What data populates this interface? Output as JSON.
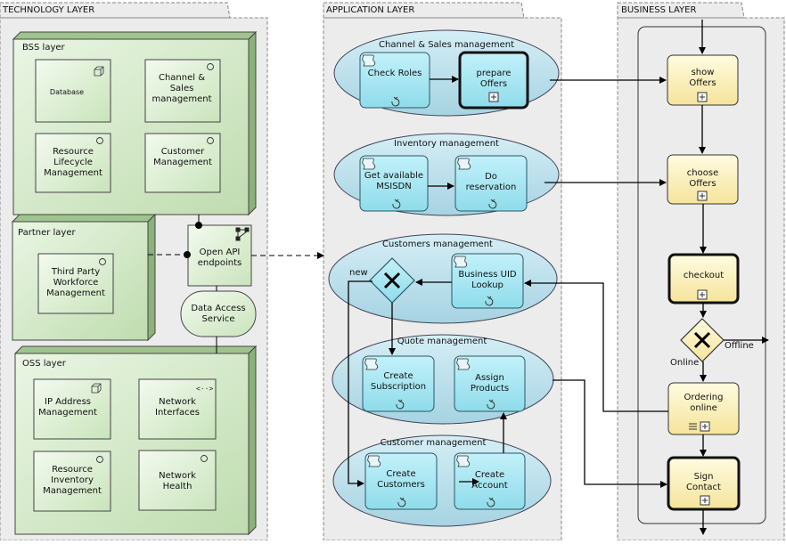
{
  "technology_layer": {
    "title": "TECHNOLOGY LAYER",
    "bss": {
      "title": "BSS layer",
      "items": [
        "Database",
        "Channel &\nSales\nmanagement",
        "Resource\nLifecycle\nManagement",
        "Customer\nManagement"
      ]
    },
    "partner": {
      "title": "Partner layer",
      "items": [
        "Third Party\nWorkforce\nManagement"
      ]
    },
    "oss": {
      "title": "OSS layer",
      "items": [
        "IP Address\nManagement",
        "Network\nInterfaces",
        "Resource\nInventory\nManagement",
        "Network\nHealth"
      ]
    },
    "open_api": "Open API\nendpoints",
    "data_access": "Data Access\nService"
  },
  "application_layer": {
    "title": "APPLICATION LAYER",
    "groups": [
      {
        "title": "Channel & Sales management",
        "items": [
          "Check Roles",
          "prepare\nOffers"
        ]
      },
      {
        "title": "Inventory management",
        "items": [
          "Get available\nMSISDN",
          "Do\nreservation"
        ]
      },
      {
        "title": "Customers management",
        "items": [
          "Business UID\nLookup"
        ]
      },
      {
        "title": "Quote management",
        "items": [
          "Create\nSubscription",
          "Assign\nProducts"
        ]
      },
      {
        "title": "Customer management",
        "items": [
          "Create\nCustomers",
          "Create\nAccount"
        ]
      }
    ],
    "gateway_label": "new"
  },
  "business_layer": {
    "title": "BUSINESS LAYER",
    "items": [
      "show\nOffers",
      "choose\nOffers",
      "checkout",
      "Ordering\nonline",
      "Sign\nContact"
    ],
    "gateway_labels": {
      "online": "Online",
      "offline": "Offline"
    }
  },
  "colors": {
    "tech_fill": "#d6eccd",
    "tech_item": "#e4f3dc",
    "app_group": "#b7e0ec",
    "app_task": "#a8e6f2",
    "biz_task": "#fbf2b8",
    "lane_bg": "#e9e9e9"
  }
}
